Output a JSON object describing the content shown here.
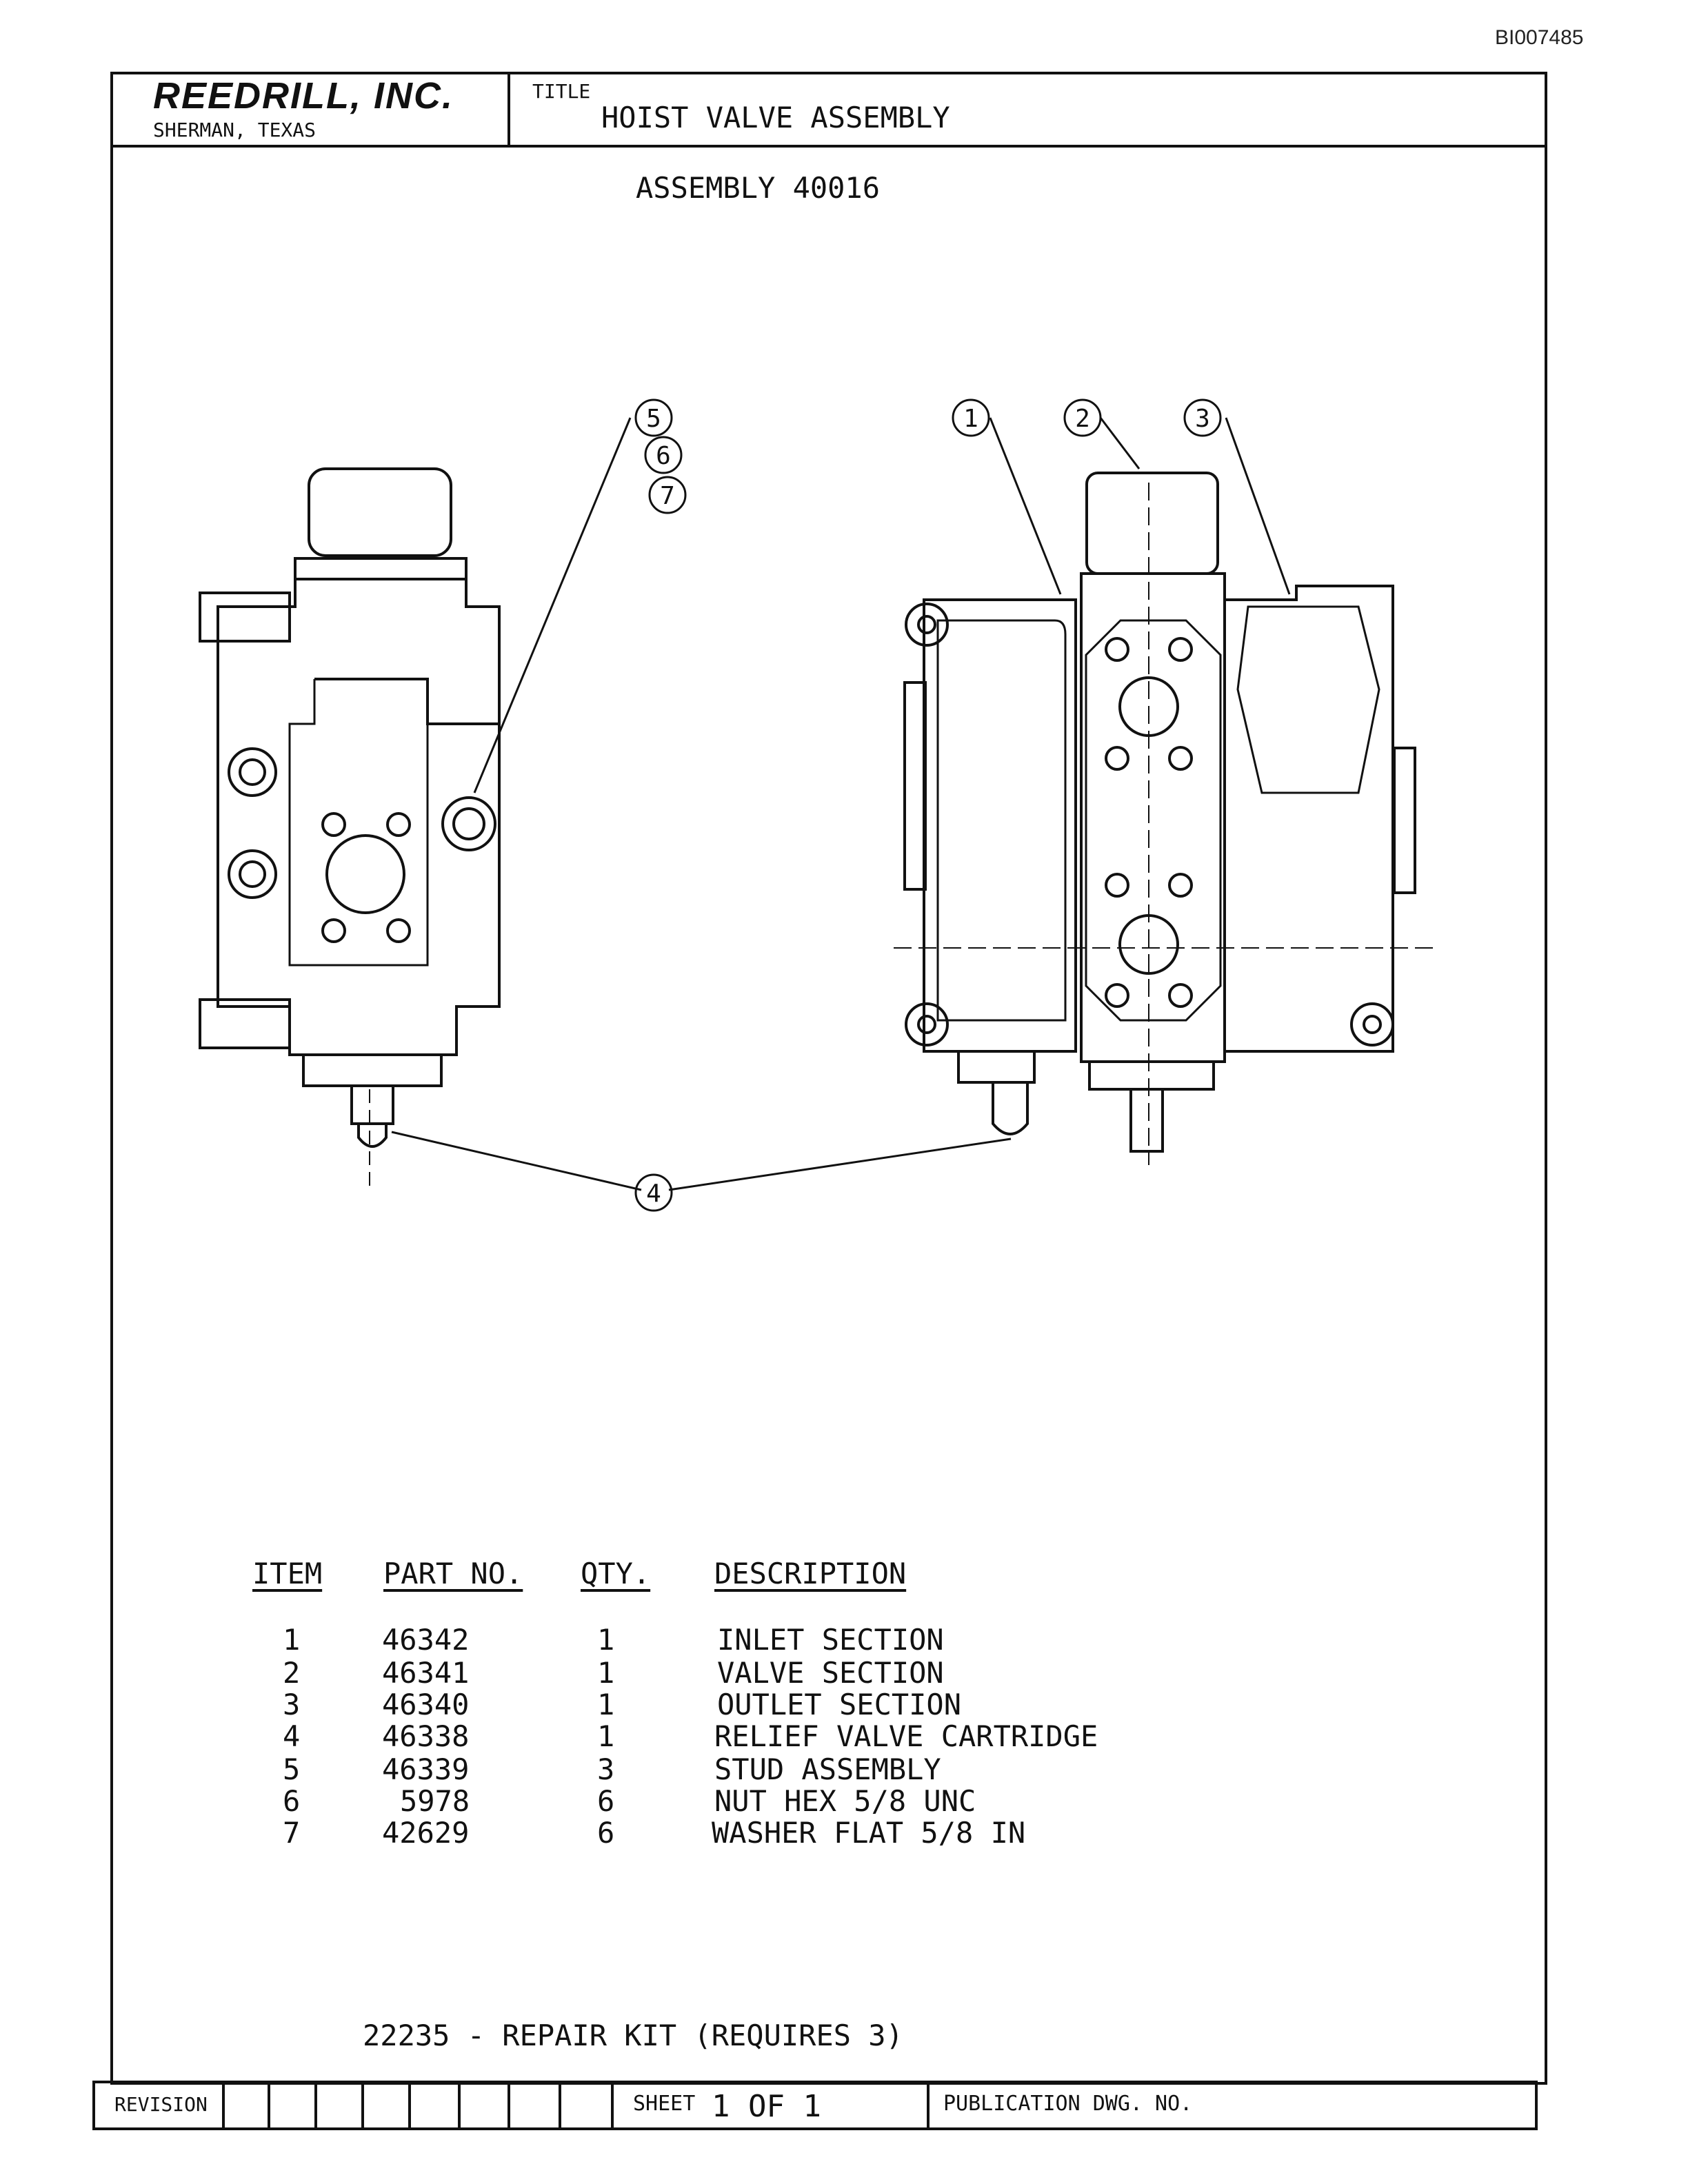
{
  "document_id": "BI007485",
  "header": {
    "company": "REEDRILL, INC.",
    "location": "SHERMAN, TEXAS",
    "title_label": "TITLE",
    "title": "HOIST VALVE ASSEMBLY"
  },
  "assembly_label": "ASSEMBLY 40016",
  "callouts": [
    "5",
    "6",
    "7",
    "1",
    "2",
    "3",
    "4"
  ],
  "parts_table": {
    "headers": {
      "item": "ITEM",
      "part_no": "PART NO.",
      "qty": "QTY.",
      "description": "DESCRIPTION"
    },
    "rows": [
      {
        "item": "1",
        "part_no": "46342",
        "qty": "1",
        "description": "INLET SECTION"
      },
      {
        "item": "2",
        "part_no": "46341",
        "qty": "1",
        "description": "VALVE SECTION"
      },
      {
        "item": "3",
        "part_no": "46340",
        "qty": "1",
        "description": "OUTLET SECTION"
      },
      {
        "item": "4",
        "part_no": "46338",
        "qty": "1",
        "description": "RELIEF VALVE CARTRIDGE"
      },
      {
        "item": "5",
        "part_no": "46339",
        "qty": "3",
        "description": "STUD ASSEMBLY"
      },
      {
        "item": "6",
        "part_no": "5978",
        "qty": "6",
        "description": "NUT HEX 5/8 UNC"
      },
      {
        "item": "7",
        "part_no": "42629",
        "qty": "6",
        "description": "WASHER FLAT 5/8 IN"
      }
    ]
  },
  "repair_kit": "22235 - REPAIR KIT (REQUIRES 3)",
  "footer": {
    "revision_label": "REVISION",
    "sheet_label": "SHEET",
    "sheet_value": "1 OF 1",
    "publication_label": "PUBLICATION DWG. NO."
  }
}
